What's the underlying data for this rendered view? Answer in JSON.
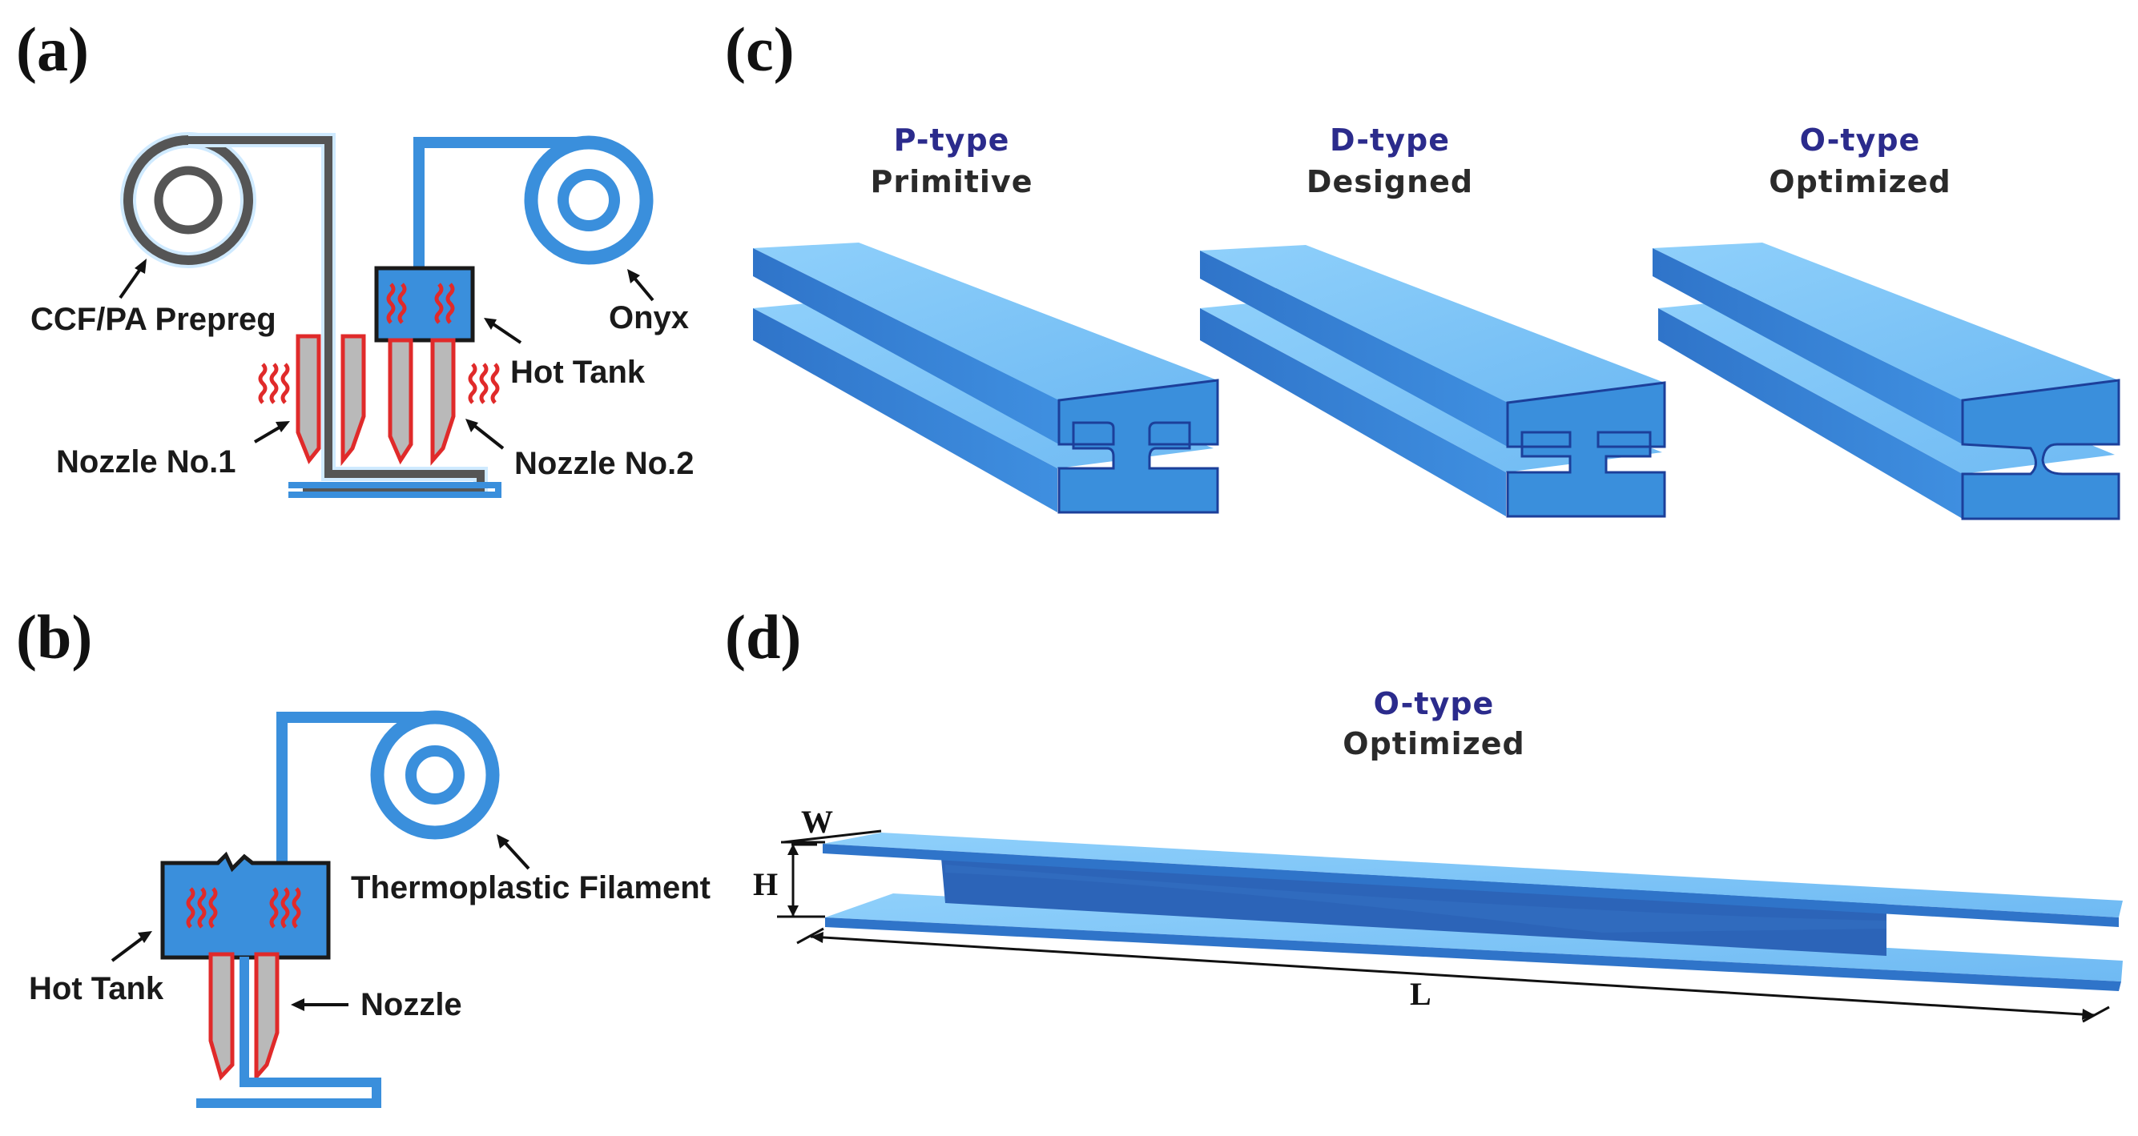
{
  "panels": {
    "a": {
      "label": "(a)",
      "ccf_prepreg": "CCF/PA Prepreg",
      "onyx": "Onyx",
      "hot_tank": "Hot Tank",
      "nozzle_1": "Nozzle No.1",
      "nozzle_2": "Nozzle No.2"
    },
    "b": {
      "label": "(b)",
      "filament": "Thermoplastic Filament",
      "hot_tank": "Hot Tank",
      "nozzle": "Nozzle"
    },
    "c": {
      "label": "(c)",
      "beams": [
        {
          "type": "P-type",
          "name": "Primitive"
        },
        {
          "type": "D-type",
          "name": "Designed"
        },
        {
          "type": "O-type",
          "name": "Optimized"
        }
      ]
    },
    "d": {
      "label": "(d)",
      "type": "O-type",
      "name": "Optimized",
      "dim_w": "W",
      "dim_h": "H",
      "dim_l": "L"
    }
  },
  "colors": {
    "blue": "#3a8fdc",
    "light_blue": "#7cc3f7",
    "dark_blue": "#1c3f9a",
    "filament_gray": "#555555",
    "heater_red": "#e02a2a",
    "nozzle_gray": "#b9b9b9"
  }
}
